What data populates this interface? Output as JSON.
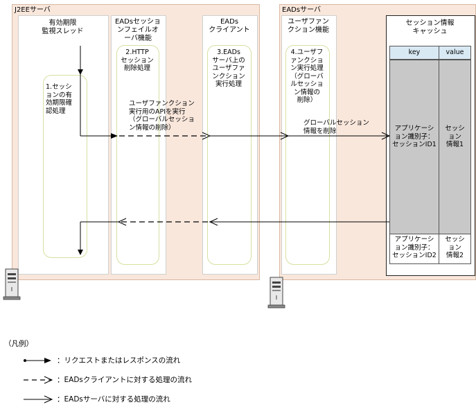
{
  "servers": {
    "j2ee": {
      "label": "J2EEサーバ"
    },
    "eads": {
      "label": "EADsサーバ"
    }
  },
  "columns": {
    "monitor": {
      "title": "有効期限\n監視スレッド"
    },
    "failover": {
      "title": "EADsセッショ\nンフェイルオ\nーバ機能"
    },
    "client": {
      "title": "EADs\nクライアント"
    },
    "userfunc": {
      "title": "ユーザファン\nクション機能"
    }
  },
  "processes": {
    "p1": "1.セッシ\nョンの有\n効期限確\n認処理",
    "p2": "2.HTTP\nセッション\n削除処理",
    "p3": "3.EADs\nサーバ上の\nユーザファ\nンクション\n実行処理",
    "p4": "4.ユーザフ\nァンクショ\nン実行処理\n（グローバ\nルセッショ\nン情報の\n削除）"
  },
  "cache": {
    "title": "セッション情報\nキャッシュ",
    "headers": {
      "key": "key",
      "value": "value"
    },
    "rows": [
      {
        "key": "アプリケーシ\nョン識別子：\nセッションID1",
        "value": "セッシ\nョン\n情報1"
      },
      {
        "key": "アプリケーシ\nョン識別子：\nセッションID2",
        "value": "セッシ\nョン\n情報2"
      }
    ]
  },
  "messages": {
    "api_call": "ユーザファンクション\n実行用のAPIを実行\n（グローバルセッショ\nン情報の削除）",
    "delete_global": "グローバルセッション\n情報を削除"
  },
  "legend": {
    "title": "（凡例）",
    "items": [
      {
        "symbol": "request-response",
        "label": "：リクエストまたはレスポンスの流れ"
      },
      {
        "symbol": "client-processing",
        "label": "：EADsクライアントに対する処理の流れ"
      },
      {
        "symbol": "server-processing",
        "label": "：EADsサーバに対する処理の流れ"
      }
    ]
  },
  "colors": {
    "server_bg": "#f9e7dc",
    "process_border": "#d6e0a0",
    "header_bg": "#d8e9f4",
    "cache_grey": "#c8c8c8"
  }
}
